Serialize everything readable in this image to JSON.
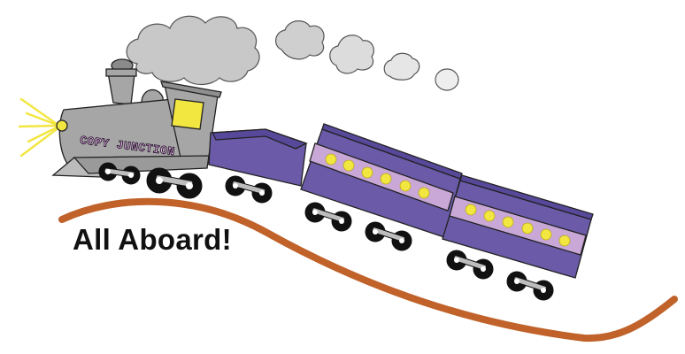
{
  "caption": "All Aboard!",
  "locomotive": {
    "nameplate": "COPY JUNCTION"
  },
  "colors": {
    "track": "#c0622a",
    "car_body": "#6a5aa8",
    "car_stripe": "#c9a8d8",
    "window_light": "#f2e640",
    "locomotive": "#a6a6a6",
    "cab_window": "#f2e640",
    "smoke_dark": "#c8c8c8",
    "smoke_light": "#e6e6e6",
    "headlight_beam": "#f2e640"
  },
  "icons": [
    "steam-locomotive",
    "coal-tender",
    "passenger-car",
    "smoke-cloud",
    "headlight-beam",
    "rail-track"
  ]
}
